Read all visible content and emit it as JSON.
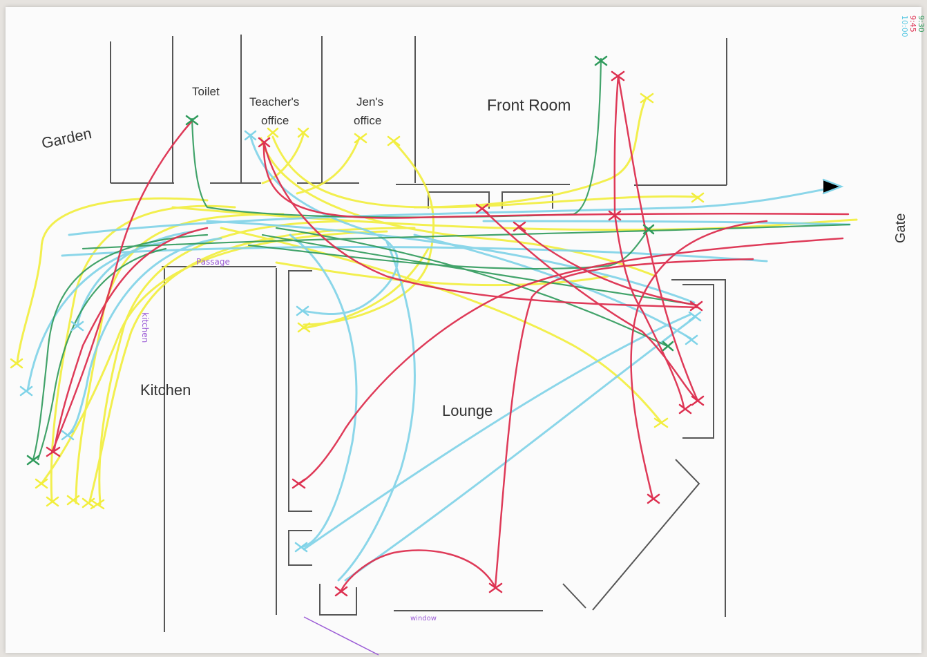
{
  "labels": {
    "garden": "Garden",
    "toilet": "Toilet",
    "teachers_office_line1": "Teacher's",
    "teachers_office_line2": "office",
    "jens_office_line1": "Jen's",
    "jens_office_line2": "office",
    "front_room": "Front Room",
    "gate": "Gate",
    "kitchen": "Kitchen",
    "kitchen_vertical": "kitchen",
    "lounge": "Lounge",
    "passage": "Passage",
    "bottom_note": "window"
  },
  "legend": {
    "times": [
      {
        "text": "9:30",
        "color": "#2e9a5b"
      },
      {
        "text": "9:45",
        "color": "#e0405a"
      },
      {
        "text": "10:00",
        "color": "#5cc9e3"
      }
    ]
  },
  "colors": {
    "yellow": "#f2ee3c",
    "red": "#dd3050",
    "green": "#2e9a5b",
    "cyan": "#7fd3e8",
    "wall": "#555555",
    "purple": "#9b5cd6"
  }
}
